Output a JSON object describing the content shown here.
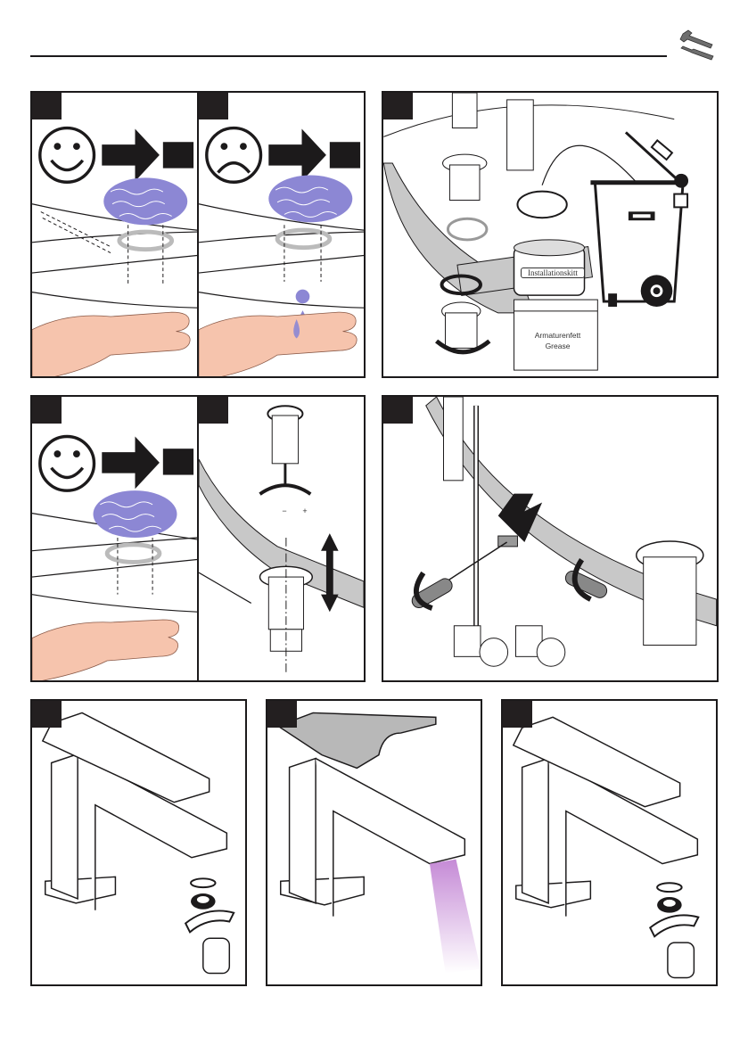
{
  "header": {
    "section_icon": "wrench-screwdriver-icon"
  },
  "panels": [
    {
      "id": "step-1",
      "description": "Drain closed, water holds - OK",
      "mood": "happy"
    },
    {
      "id": "step-2",
      "description": "Drain closed, water leaks - not OK",
      "mood": "sad"
    },
    {
      "id": "step-3",
      "description": "Disassemble drain, dispose old parts, apply compounds",
      "labels": {
        "putty": "Installationskitt",
        "grease_line1": "Armaturenfett",
        "grease_line2": "Grease"
      }
    },
    {
      "id": "step-4",
      "description": "Drain closed, water holds - OK",
      "mood": "happy"
    },
    {
      "id": "step-5",
      "description": "Adjust stopper height",
      "labels": {
        "minus": "−",
        "plus": "+"
      }
    },
    {
      "id": "step-6",
      "description": "Tighten pop-up rod clamp with screwdriver"
    },
    {
      "id": "step-7",
      "description": "Remove aerator from spout"
    },
    {
      "id": "step-8",
      "description": "Flush faucet with lever open"
    },
    {
      "id": "step-9",
      "description": "Reinstall aerator"
    }
  ],
  "colors": {
    "water": "#8c87d4",
    "skin": "#f6c4ad",
    "grey_fill": "#c8c8c8",
    "stream": "#c58ad6",
    "line": "#1c1a1b"
  }
}
